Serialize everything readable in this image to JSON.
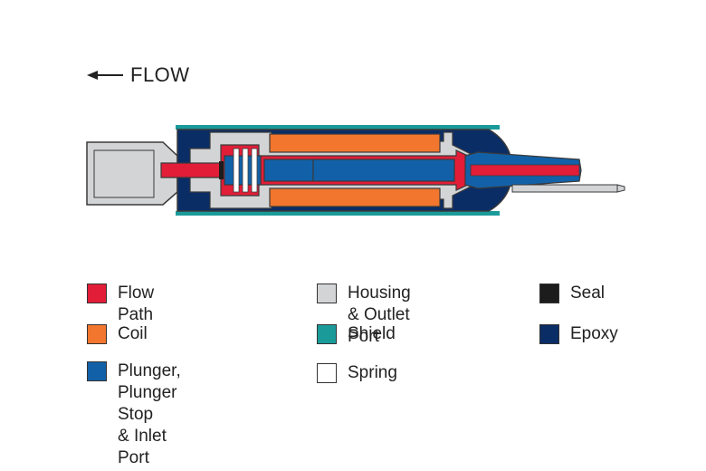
{
  "flow": {
    "label": "FLOW"
  },
  "colors": {
    "flow_path": "#e21d38",
    "coil": "#f2762e",
    "plunger": "#1261a8",
    "housing": "#d3d4d6",
    "shield": "#1a9b9a",
    "spring": "#ffffff",
    "seal": "#1c1c1c",
    "epoxy": "#0a2d66",
    "outline": "#3a3a3a"
  },
  "legend": [
    {
      "label": "Flow Path",
      "color": "#e21d38",
      "icon": "flow-path-swatch"
    },
    {
      "label": "Coil",
      "color": "#f2762e",
      "icon": "coil-swatch"
    },
    {
      "label": "Plunger, Plunger Stop\n& Inlet Port",
      "color": "#1261a8",
      "icon": "plunger-swatch"
    },
    {
      "label": "Housing & Outlet Port",
      "color": "#d3d4d6",
      "icon": "housing-swatch"
    },
    {
      "label": "Shield",
      "color": "#1a9b9a",
      "icon": "shield-swatch"
    },
    {
      "label": "Spring",
      "color": "#ffffff",
      "icon": "spring-swatch"
    },
    {
      "label": "Seal",
      "color": "#1c1c1c",
      "icon": "seal-swatch"
    },
    {
      "label": "Epoxy",
      "color": "#0a2d66",
      "icon": "epoxy-swatch"
    }
  ]
}
